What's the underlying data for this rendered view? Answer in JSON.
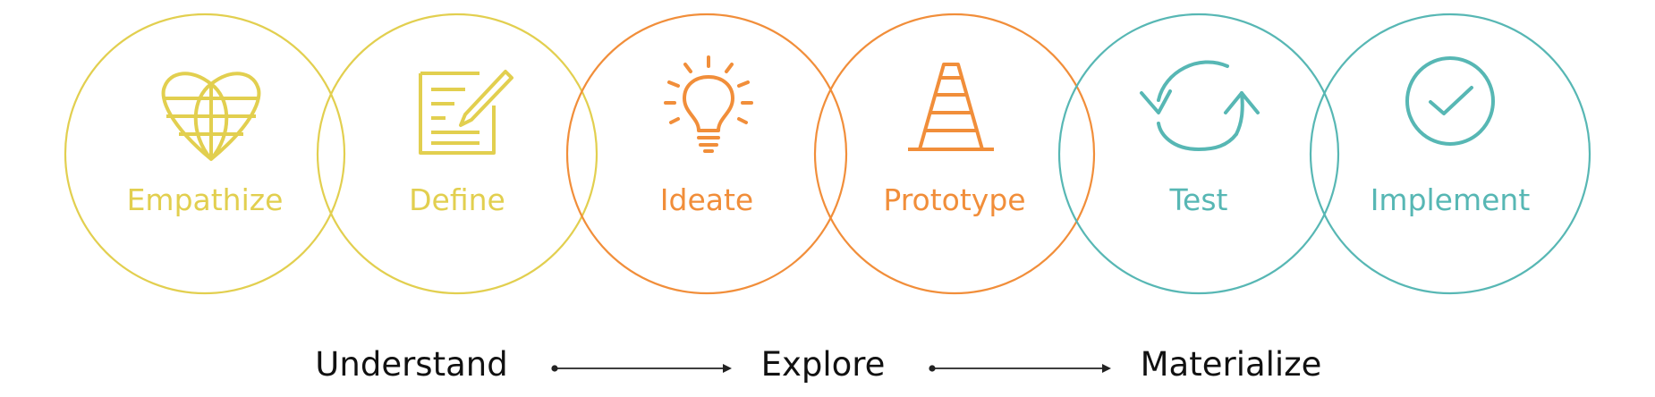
{
  "colors": {
    "yellow": "#e2cf4f",
    "orange": "#f18e3a",
    "teal": "#57b7b4",
    "text": "#111111"
  },
  "stages": [
    {
      "label": "Empathize",
      "icon": "heart-globe-icon",
      "color": "#e2cf4f"
    },
    {
      "label": "Define",
      "icon": "document-pencil-icon",
      "color": "#e2cf4f"
    },
    {
      "label": "Ideate",
      "icon": "lightbulb-icon",
      "color": "#f18e3a"
    },
    {
      "label": "Prototype",
      "icon": "traffic-cone-icon",
      "color": "#f18e3a"
    },
    {
      "label": "Test",
      "icon": "refresh-cycle-icon",
      "color": "#57b7b4"
    },
    {
      "label": "Implement",
      "icon": "check-circle-icon",
      "color": "#57b7b4"
    }
  ],
  "phases": [
    {
      "label": "Understand"
    },
    {
      "label": "Explore"
    },
    {
      "label": "Materialize"
    }
  ]
}
